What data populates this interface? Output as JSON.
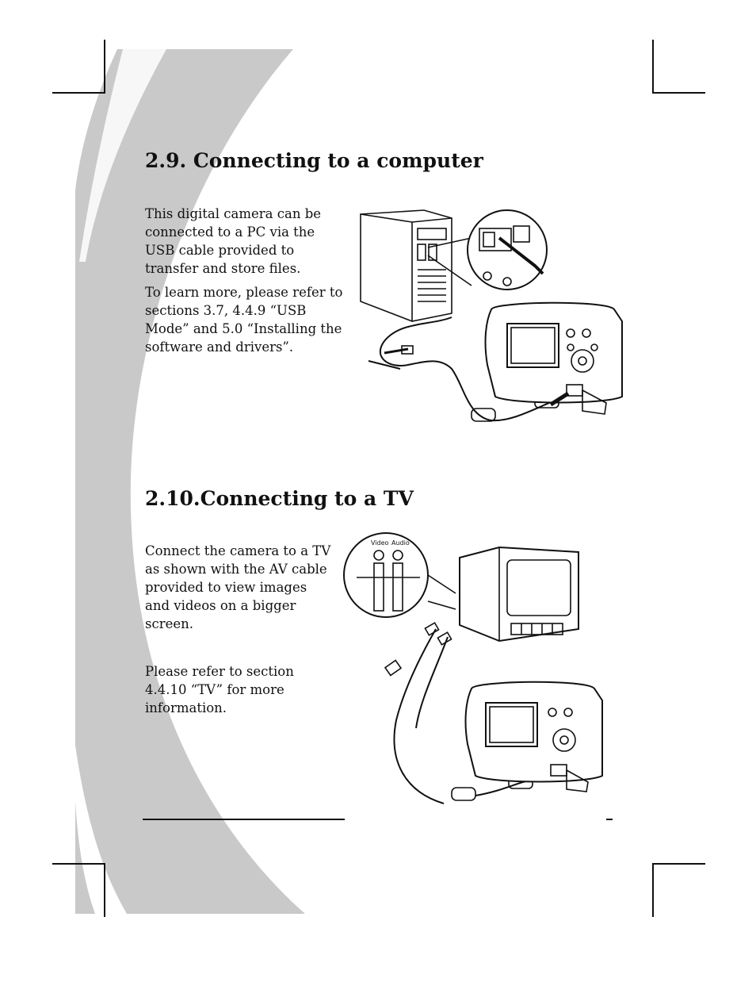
{
  "section_usb": {
    "heading": "2.9.  Connecting to a computer",
    "para1": "This digital camera can be connected to a PC via the USB cable provided to transfer and store files.",
    "para2": "To learn more, please refer to sections 3.7, 4.4.9 “USB Mode” and 5.0 “Installing the software and drivers”."
  },
  "section_tv": {
    "heading": "2.10.Connecting to a TV",
    "para1": "Connect the camera to a TV as shown with the AV cable provided to view images and videos on a bigger screen.",
    "para2": "Please refer to section 4.4.10 “TV” for more information."
  },
  "tv_callout": {
    "video_label": "Video",
    "audio_label": "Audio"
  },
  "colors": {
    "swoosh": "#c9c9c9",
    "ink": "#111111"
  }
}
